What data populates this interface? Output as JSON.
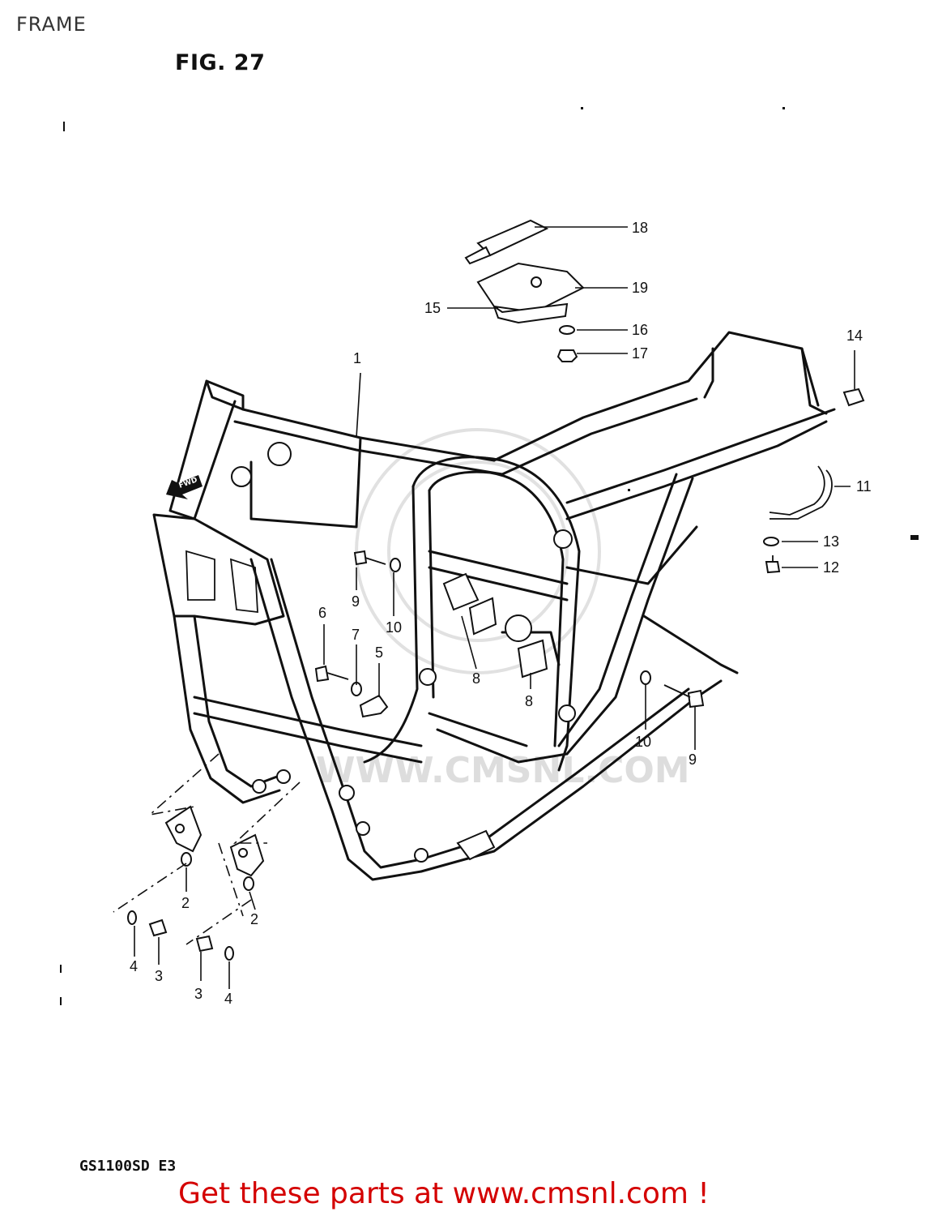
{
  "page": {
    "title": "FRAME",
    "figure": "FIG. 27",
    "model": "GS1100SD  E3",
    "cta": "Get these parts at www.cmsnl.com !",
    "fwd_badge": "FWD",
    "watermark": "WWW.CMSNL.COM"
  },
  "callouts": [
    {
      "id": "c1",
      "label": "1"
    },
    {
      "id": "c2a",
      "label": "2"
    },
    {
      "id": "c2b",
      "label": "2"
    },
    {
      "id": "c3a",
      "label": "3"
    },
    {
      "id": "c3b",
      "label": "3"
    },
    {
      "id": "c4a",
      "label": "4"
    },
    {
      "id": "c4b",
      "label": "4"
    },
    {
      "id": "c5",
      "label": "5"
    },
    {
      "id": "c6",
      "label": "6"
    },
    {
      "id": "c7",
      "label": "7"
    },
    {
      "id": "c8a",
      "label": "8"
    },
    {
      "id": "c8b",
      "label": "8"
    },
    {
      "id": "c9a",
      "label": "9"
    },
    {
      "id": "c9b",
      "label": "9"
    },
    {
      "id": "c10a",
      "label": "10"
    },
    {
      "id": "c10b",
      "label": "10"
    },
    {
      "id": "c11",
      "label": "11"
    },
    {
      "id": "c12",
      "label": "12"
    },
    {
      "id": "c13",
      "label": "13"
    },
    {
      "id": "c14",
      "label": "14"
    },
    {
      "id": "c15",
      "label": "15"
    },
    {
      "id": "c16",
      "label": "16"
    },
    {
      "id": "c17",
      "label": "17"
    },
    {
      "id": "c18",
      "label": "18"
    },
    {
      "id": "c19",
      "label": "19"
    }
  ]
}
